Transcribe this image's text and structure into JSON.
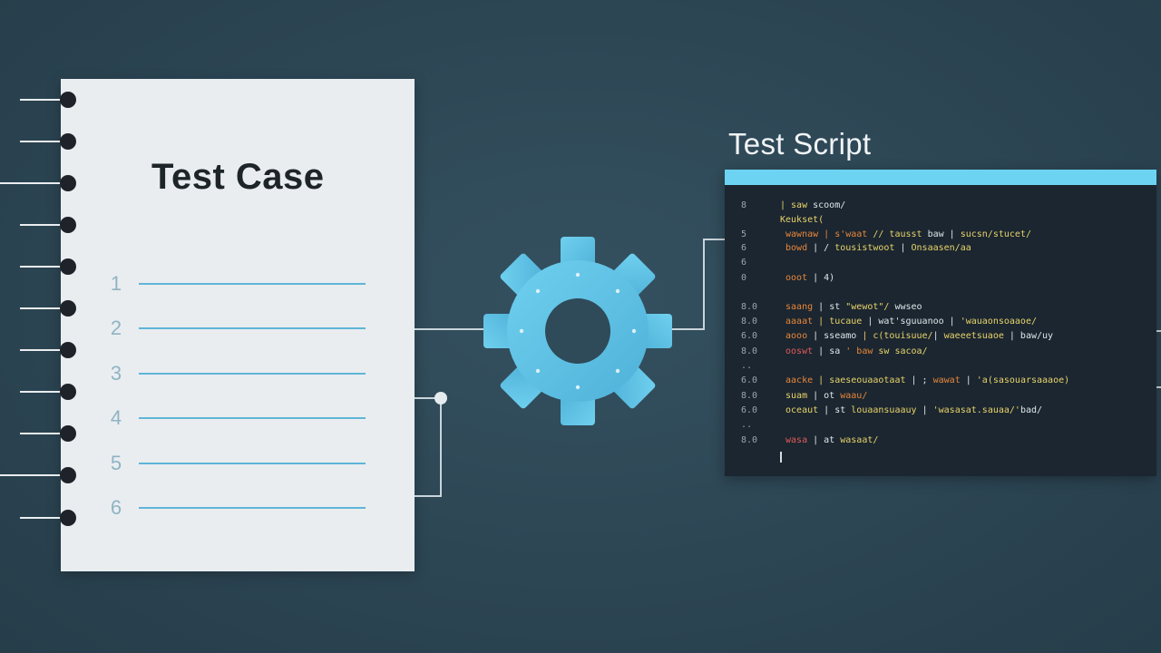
{
  "test_case": {
    "title": "Test Case",
    "steps": [
      "1",
      "2",
      "3",
      "4",
      "5",
      "6"
    ]
  },
  "test_script": {
    "title": "Test Script",
    "lines": [
      {
        "num": "8",
        "segs": [
          {
            "t": "| saw ",
            "c": "c-yellow"
          },
          {
            "t": "scoom/",
            "c": "c-white"
          }
        ]
      },
      {
        "num": "",
        "segs": [
          {
            "t": "Keukset(",
            "c": "c-yellow"
          }
        ]
      },
      {
        "num": "5",
        "segs": [
          {
            "t": " wawnaw | s'waat ",
            "c": "c-orange"
          },
          {
            "t": "// tausst ",
            "c": "c-yellow"
          },
          {
            "t": "baw | ",
            "c": "c-white"
          },
          {
            "t": "sucsn/stucet/",
            "c": "c-yellow"
          }
        ]
      },
      {
        "num": "6",
        "segs": [
          {
            "t": " bowd ",
            "c": "c-orange"
          },
          {
            "t": "| / ",
            "c": "c-white"
          },
          {
            "t": "tousistwoot ",
            "c": "c-yellow"
          },
          {
            "t": "| ",
            "c": "c-white"
          },
          {
            "t": "Onsaasen/aa",
            "c": "c-yellow"
          }
        ]
      },
      {
        "num": "6",
        "segs": []
      },
      {
        "num": "0",
        "segs": [
          {
            "t": " ooot ",
            "c": "c-orange"
          },
          {
            "t": "| 4)",
            "c": "c-white"
          }
        ]
      },
      {
        "num": "",
        "segs": []
      },
      {
        "num": "8.0",
        "segs": [
          {
            "t": " saang ",
            "c": "c-orange"
          },
          {
            "t": "| st ",
            "c": "c-white"
          },
          {
            "t": "\"wewot\"/ ",
            "c": "c-yellow"
          },
          {
            "t": "wwseo",
            "c": "c-white"
          }
        ]
      },
      {
        "num": "8.0",
        "segs": [
          {
            "t": " aaaat ",
            "c": "c-orange"
          },
          {
            "t": "| tucaue ",
            "c": "c-yellow"
          },
          {
            "t": "| wat'sguuanoo ",
            "c": "c-white"
          },
          {
            "t": "| ",
            "c": "c-white"
          },
          {
            "t": "'wauaonsoaaoe/",
            "c": "c-yellow"
          }
        ]
      },
      {
        "num": "6.0",
        "segs": [
          {
            "t": " aooo ",
            "c": "c-orange"
          },
          {
            "t": "| sseamo ",
            "c": "c-white"
          },
          {
            "t": "| c(touisuue/",
            "c": "c-yellow"
          },
          {
            "t": "| ",
            "c": "c-white"
          },
          {
            "t": "waeeetsuaoe ",
            "c": "c-yellow"
          },
          {
            "t": "| baw/uy",
            "c": "c-white"
          }
        ]
      },
      {
        "num": "8.0",
        "segs": [
          {
            "t": " ooswt ",
            "c": "c-red"
          },
          {
            "t": "| sa ",
            "c": "c-white"
          },
          {
            "t": "' baw ",
            "c": "c-orange"
          },
          {
            "t": "sw sacoa/",
            "c": "c-yellow"
          }
        ]
      },
      {
        "num": "..",
        "segs": []
      },
      {
        "num": "6.0",
        "segs": [
          {
            "t": " aacke ",
            "c": "c-orange"
          },
          {
            "t": "| saeseouaaotaat ",
            "c": "c-yellow"
          },
          {
            "t": "| ; ",
            "c": "c-white"
          },
          {
            "t": "wawat ",
            "c": "c-orange"
          },
          {
            "t": "| ",
            "c": "c-white"
          },
          {
            "t": "'a(sasouarsaaaoe)",
            "c": "c-yellow"
          }
        ]
      },
      {
        "num": "8.0",
        "segs": [
          {
            "t": " suam ",
            "c": "c-yellow"
          },
          {
            "t": "| ot ",
            "c": "c-white"
          },
          {
            "t": "waau/",
            "c": "c-orange"
          }
        ]
      },
      {
        "num": "6.0",
        "segs": [
          {
            "t": " oceaut ",
            "c": "c-yellow"
          },
          {
            "t": "| st ",
            "c": "c-white"
          },
          {
            "t": "louaansuaauy ",
            "c": "c-yellow"
          },
          {
            "t": "| ",
            "c": "c-white"
          },
          {
            "t": "'wasasat.sauaa/'",
            "c": "c-yellow"
          },
          {
            "t": "bad/",
            "c": "c-white"
          }
        ]
      },
      {
        "num": "..",
        "segs": []
      },
      {
        "num": "8.0",
        "segs": [
          {
            "t": " wasa ",
            "c": "c-red"
          },
          {
            "t": "| at ",
            "c": "c-white"
          },
          {
            "t": "wasaat/",
            "c": "c-yellow"
          }
        ]
      }
    ]
  },
  "colors": {
    "background": "#2c4553",
    "accent": "#5fb5d8",
    "gear": "#5ec3e6",
    "script_bar": "#6cd3f2"
  },
  "icons": [
    "gear-icon"
  ]
}
